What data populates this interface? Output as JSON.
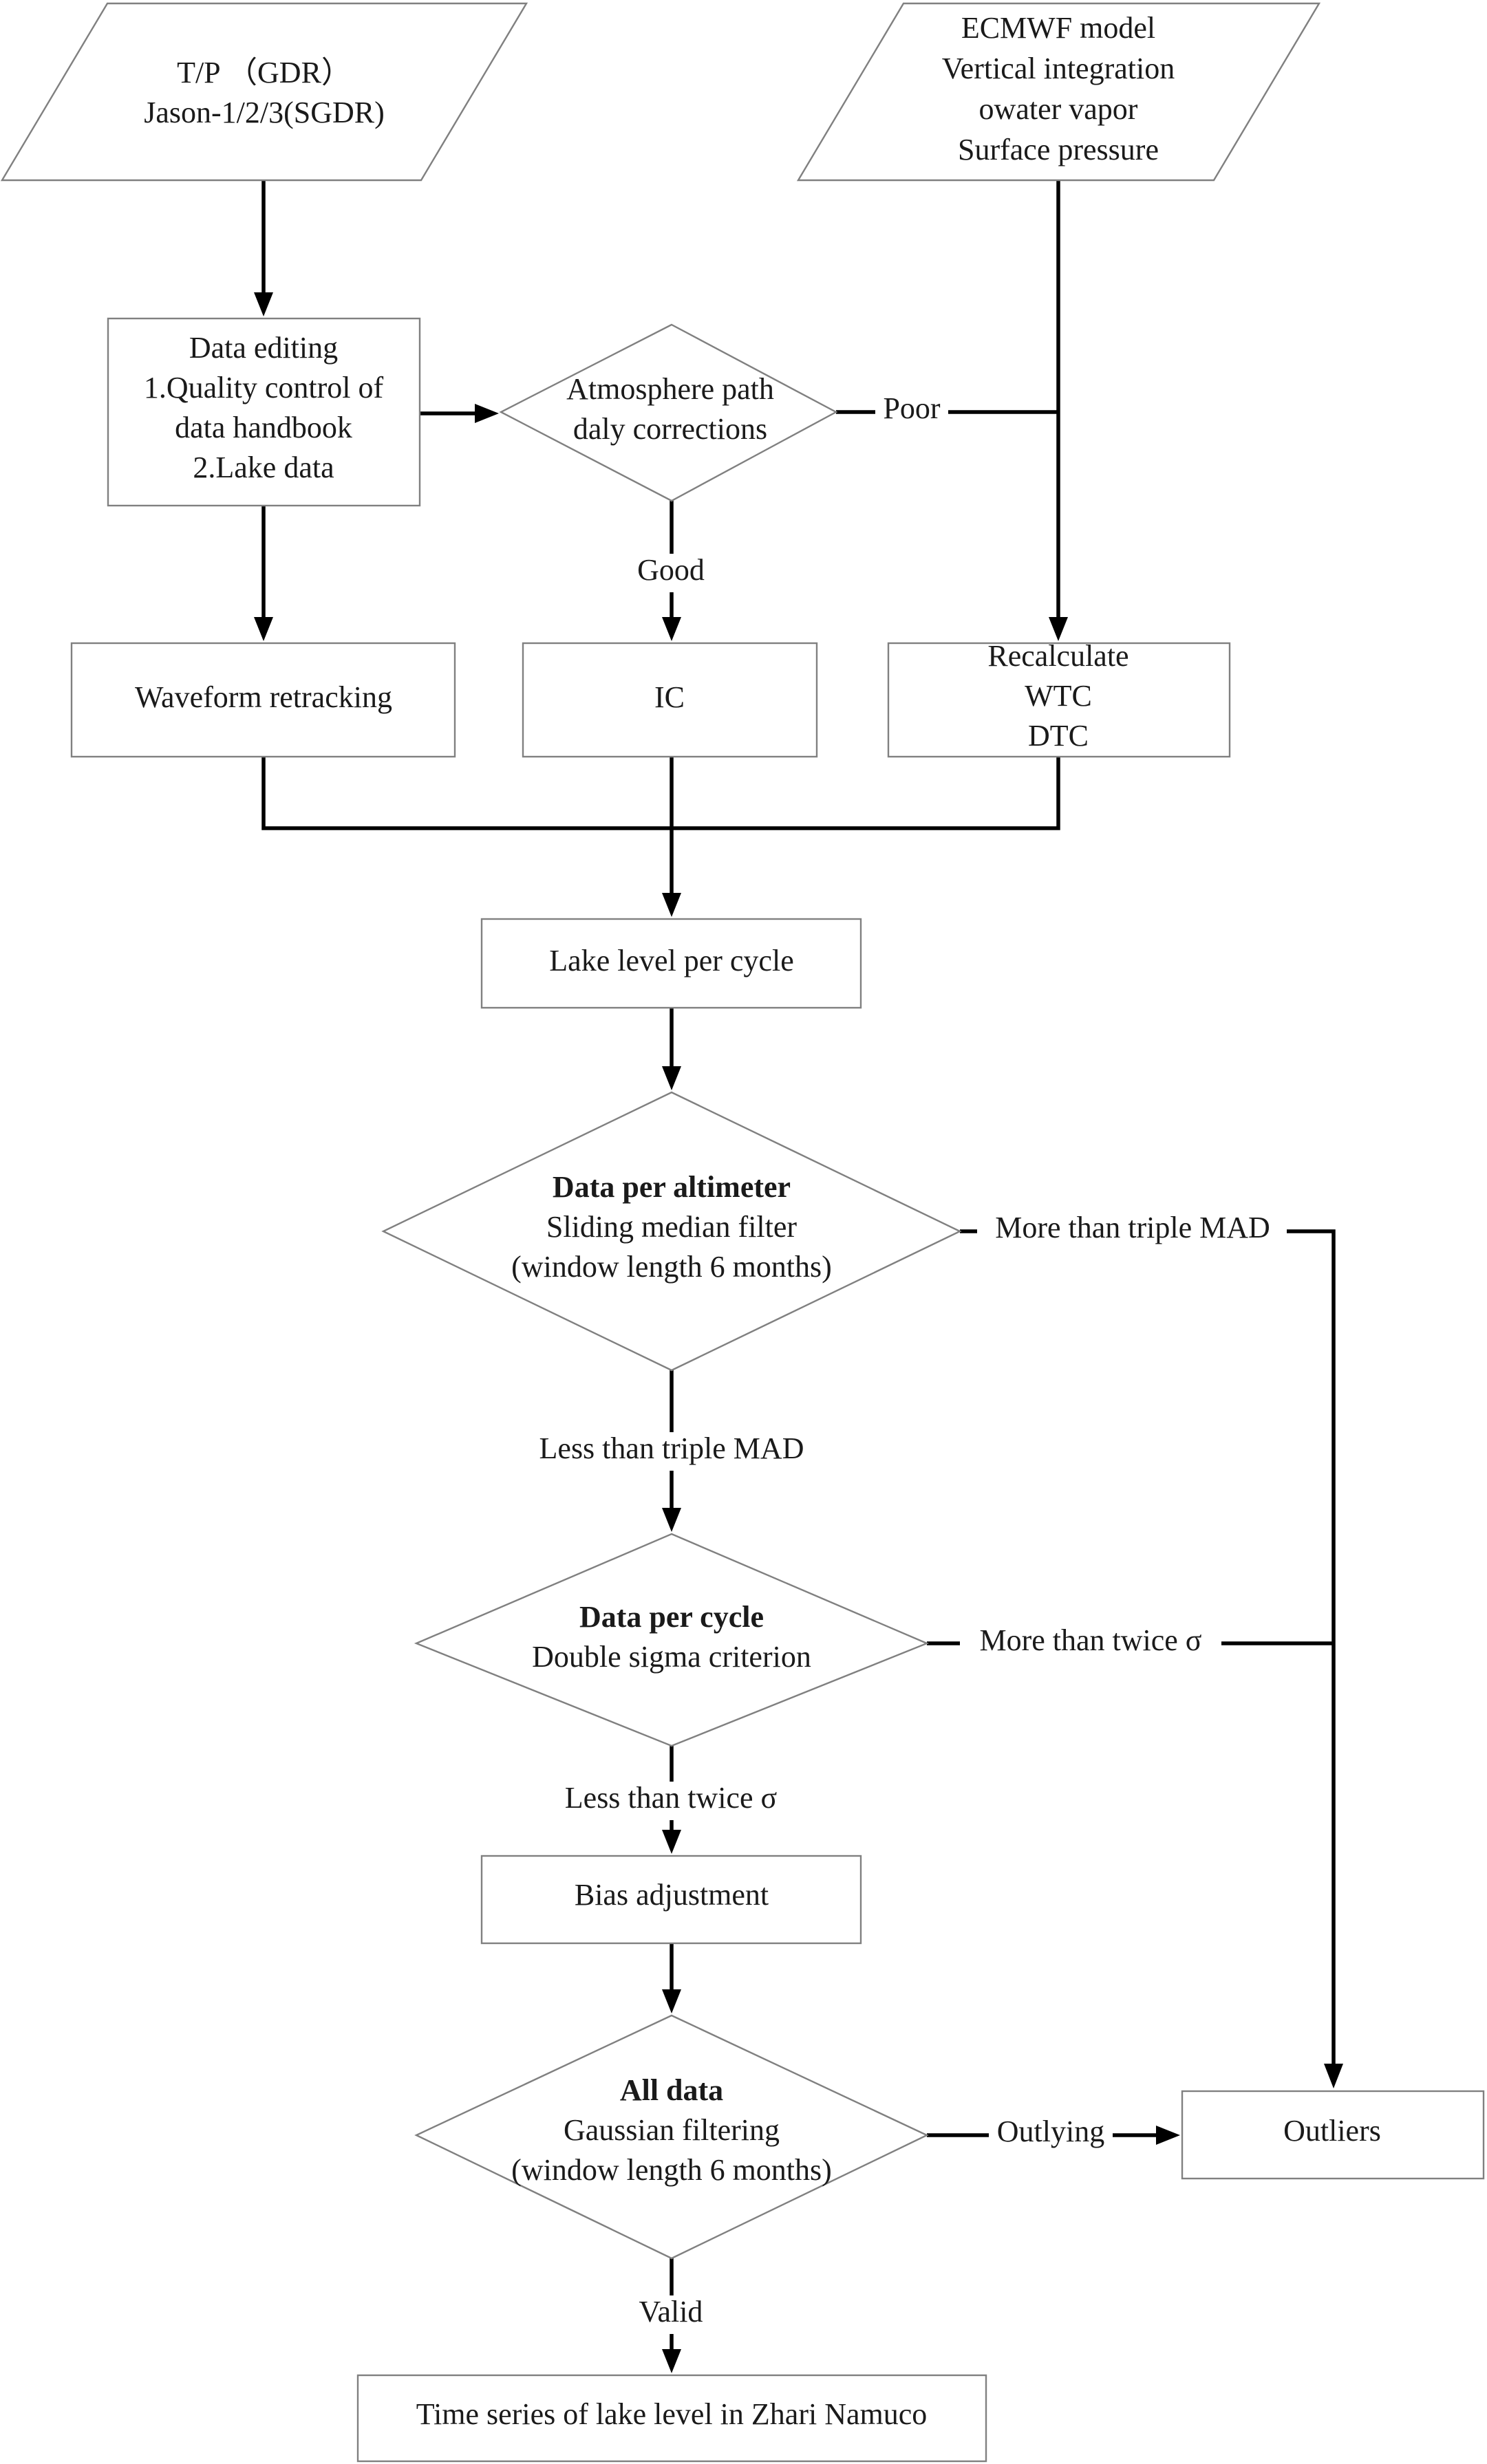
{
  "nodes": {
    "satellite": {
      "lines": [
        "T/P （GDR）",
        "Jason-1/2/3(SGDR)"
      ]
    },
    "ecmwf": {
      "lines": [
        "ECMWF model",
        "Vertical integration",
        "owater vapor",
        "Surface pressure"
      ]
    },
    "editing": {
      "lines": [
        "Data editing",
        "1.Quality control of",
        "data handbook",
        "2.Lake data"
      ]
    },
    "atmosphere": {
      "lines": [
        "Atmosphere path",
        "daly corrections"
      ]
    },
    "waveform": {
      "lines": [
        "Waveform retracking"
      ]
    },
    "ic": {
      "lines": [
        "IC"
      ]
    },
    "recalc": {
      "lines": [
        "Recalculate",
        "WTC",
        "DTC"
      ]
    },
    "lakelevel": {
      "lines": [
        "Lake level per cycle"
      ]
    },
    "altimeter": {
      "title": "Data per altimeter",
      "lines": [
        "Sliding median filter",
        "(window length 6 months)"
      ]
    },
    "cycle": {
      "title": "Data per cycle",
      "lines": [
        "Double sigma criterion"
      ]
    },
    "bias": {
      "lines": [
        "Bias adjustment"
      ]
    },
    "alldata": {
      "title": "All data",
      "lines": [
        "Gaussian filtering",
        "(window length 6 months)"
      ]
    },
    "outliers": {
      "lines": [
        "Outliers"
      ]
    },
    "timeseries": {
      "lines": [
        "Time series of lake level in Zhari Namuco"
      ]
    }
  },
  "edge_labels": {
    "poor": "Poor",
    "good": "Good",
    "more_mad": "More than triple MAD",
    "less_mad": "Less than triple MAD",
    "more_sigma": "More  than twice σ",
    "less_sigma": "Less than twice σ",
    "outlying": "Outlying",
    "valid": "Valid"
  }
}
